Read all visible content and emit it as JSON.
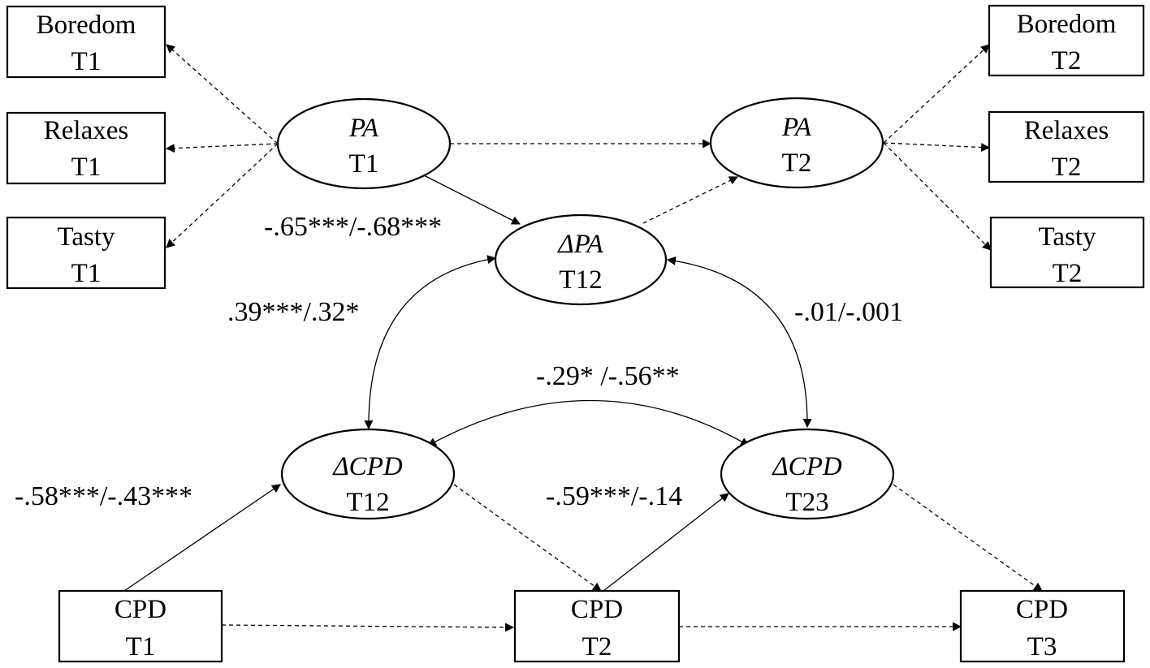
{
  "nodes": {
    "boredom_t1": {
      "line1": "Boredom",
      "line2": "T1"
    },
    "relaxes_t1": {
      "line1": "Relaxes",
      "line2": "T1"
    },
    "tasty_t1": {
      "line1": "Tasty",
      "line2": "T1"
    },
    "pa_t1": {
      "line1": "PA",
      "line2": "T1"
    },
    "pa_t2": {
      "line1": "PA",
      "line2": "T2"
    },
    "boredom_t2": {
      "line1": "Boredom",
      "line2": "T2"
    },
    "relaxes_t2": {
      "line1": "Relaxes",
      "line2": "T2"
    },
    "tasty_t2": {
      "line1": "Tasty",
      "line2": "T2"
    },
    "dpa_t12": {
      "line1": "ΔPA",
      "line2": "T12"
    },
    "dcpd_t12": {
      "line1": "ΔCPD",
      "line2": "T12"
    },
    "dcpd_t23": {
      "line1": "ΔCPD",
      "line2": "T23"
    },
    "cpd_t1": {
      "line1": "CPD",
      "line2": "T1"
    },
    "cpd_t2": {
      "line1": "CPD",
      "line2": "T2"
    },
    "cpd_t3": {
      "line1": "CPD",
      "line2": "T3"
    }
  },
  "coefficients": {
    "pa_to_dpa": "-.65***/-.68***",
    "dpa_dcpd12": ".39***/.32*",
    "dpa_dcpd23": "-.01/-.001",
    "dcpd12_dcpd23": "-.29* /-.56**",
    "cpd1_to_dcpd12": "-.58***/-.43***",
    "cpd2_to_dcpd23": "-.59***/-.14"
  }
}
